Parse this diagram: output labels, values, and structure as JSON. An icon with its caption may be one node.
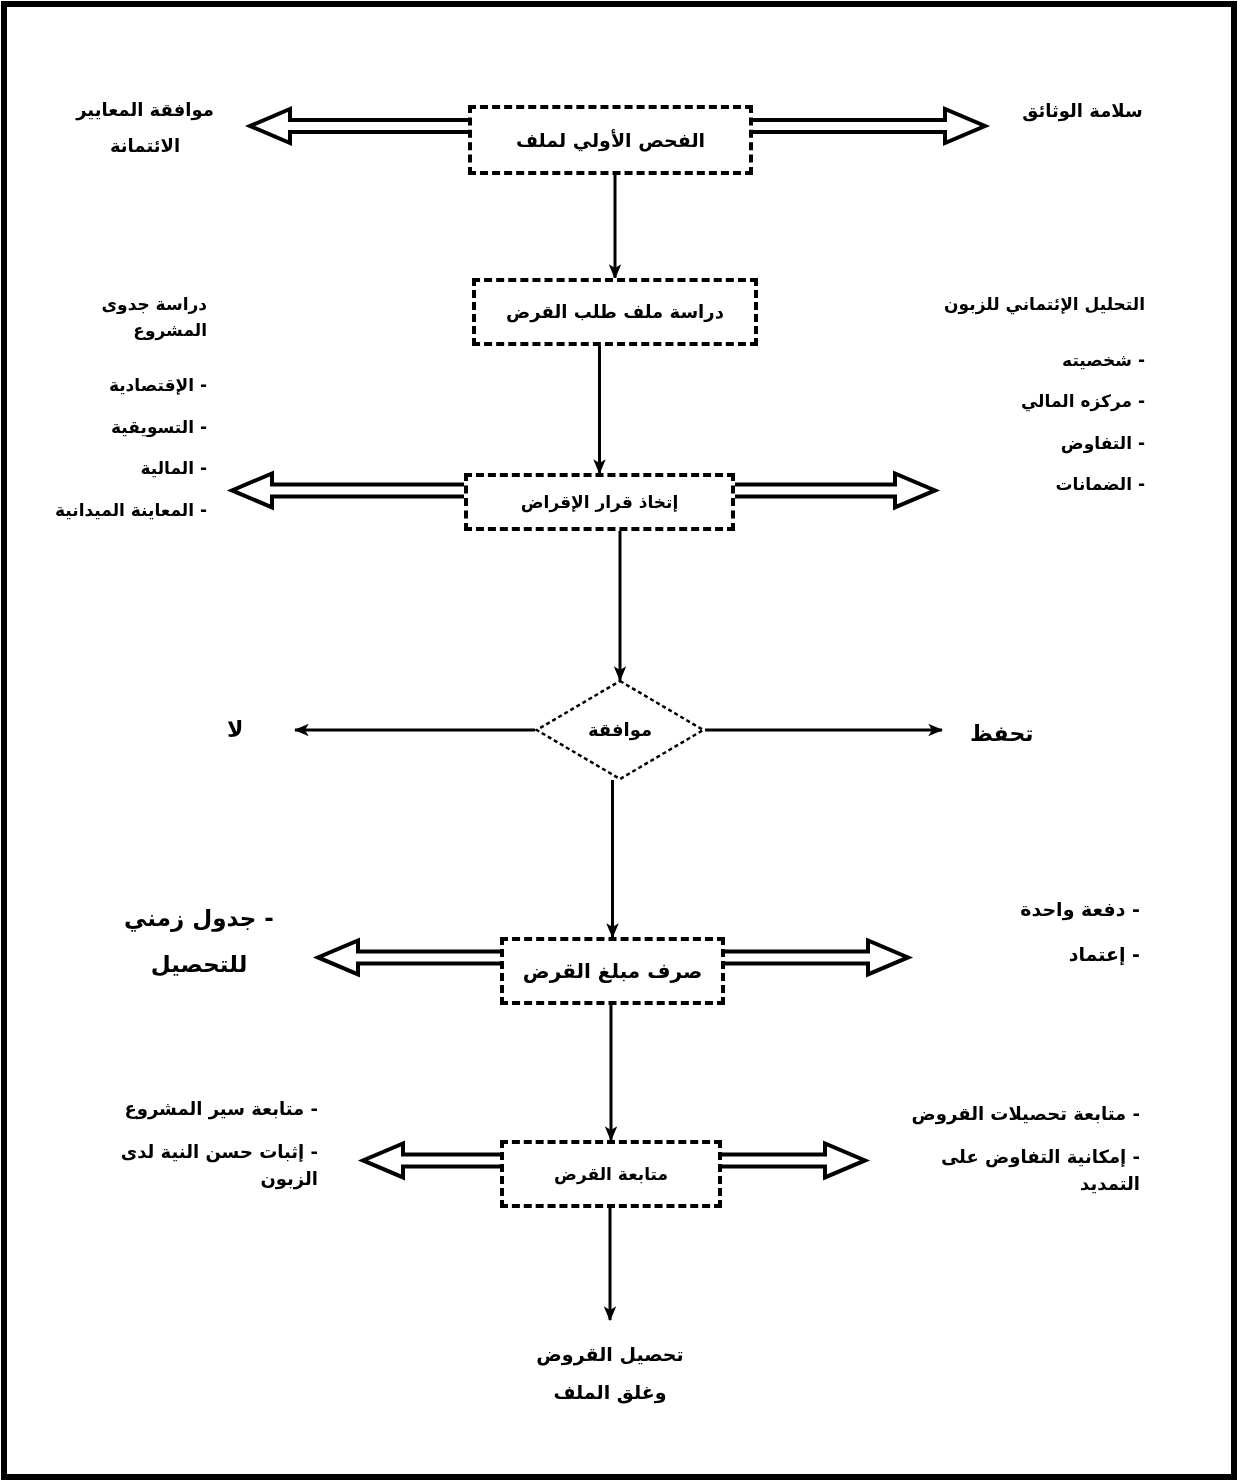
{
  "diagram": {
    "nodes": [
      {
        "text": [
          "الفحص الأولي لملف"
        ]
      },
      {
        "text": [
          "موافقة المعايير الائتمانة"
        ]
      },
      {
        "text": [
          "سلامة الوثائق"
        ]
      },
      {
        "text": [
          "دراسة ملف طلب القرض"
        ]
      },
      {
        "text": [
          "إتخاذ قرار الإقراض"
        ]
      },
      {
        "text": [
          "دراسة جدوى المشروع",
          "- الإقتصادية",
          "- التسويقية",
          "- المالية",
          "- المعاينة الميدانية"
        ]
      },
      {
        "text": [
          "التحليل الإئتماني للزبون",
          "- شخصيته",
          "- مركزه المالي",
          "- التفاوض",
          "- الضمانات"
        ]
      },
      {
        "text": [
          "موافقة"
        ]
      },
      {
        "text": [
          "لا"
        ]
      },
      {
        "text": [
          "تحفظ"
        ]
      },
      {
        "text": [
          "صرف مبلغ القرض"
        ]
      },
      {
        "text": [
          "- جدول زمني للتحصيل"
        ]
      },
      {
        "text": [
          "- دفعة واحدة",
          "- إعتماد"
        ]
      },
      {
        "text": [
          "متابعة القرض"
        ]
      },
      {
        "text": [
          "- متابعة سير المشروع",
          "- إثبات حسن النية لدى الزبون"
        ]
      },
      {
        "text": [
          "- متابعة تحصيلات القروض",
          "- إمكانية التفاوض على التمديد"
        ]
      },
      {
        "text": [
          "تحصيل القروض وغلق الملف"
        ]
      }
    ],
    "edges": [
      {
        "from": 0,
        "to": 1,
        "arrow": "to",
        "style": "thick"
      },
      {
        "from": 0,
        "to": 2,
        "arrow": "to",
        "style": "thick"
      },
      {
        "from": 0,
        "to": 3,
        "arrow": "to"
      },
      {
        "from": 3,
        "to": 4,
        "arrow": "to"
      },
      {
        "from": 4,
        "to": 5,
        "arrow": "to",
        "style": "thick"
      },
      {
        "from": 4,
        "to": 6,
        "arrow": "to",
        "style": "thick"
      },
      {
        "from": 4,
        "to": 7,
        "arrow": "to"
      },
      {
        "from": 7,
        "to": 8,
        "arrow": "to"
      },
      {
        "from": 7,
        "to": 9,
        "arrow": "to"
      },
      {
        "from": 7,
        "to": 10,
        "arrow": "to"
      },
      {
        "from": 10,
        "to": 11,
        "arrow": "to",
        "style": "thick"
      },
      {
        "from": 10,
        "to": 12,
        "arrow": "to",
        "style": "thick"
      },
      {
        "from": 10,
        "to": 13,
        "arrow": "to"
      },
      {
        "from": 13,
        "to": 14,
        "arrow": "to",
        "style": "thick"
      },
      {
        "from": 13,
        "to": 15,
        "arrow": "to",
        "style": "thick"
      },
      {
        "from": 13,
        "to": 16,
        "arrow": "to"
      }
    ]
  }
}
